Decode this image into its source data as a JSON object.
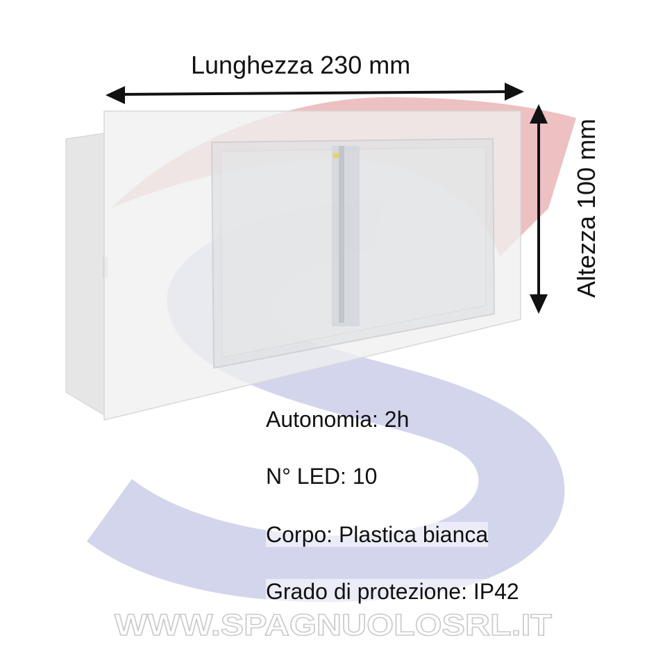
{
  "dimensions": {
    "length_label": "Lunghezza 230 mm",
    "height_label": "Altezza 100 mm"
  },
  "specs": {
    "autonomy": "Autonomia: 2h",
    "led_count": "N° LED: 10",
    "body": "Corpo: Plastica bianca",
    "protection": "Grado di protezione: IP42"
  },
  "watermark": {
    "text": "WWW.SPAGNUOLOSRL.IT"
  },
  "colors": {
    "logo_red": "#e8b0b2",
    "logo_blue": "#c8cbe8",
    "product_body": "#eeeeee",
    "arrow": "#111111"
  },
  "icons": {
    "dimension_arrow": "double-arrow-icon",
    "logo": "s-logo-icon"
  }
}
